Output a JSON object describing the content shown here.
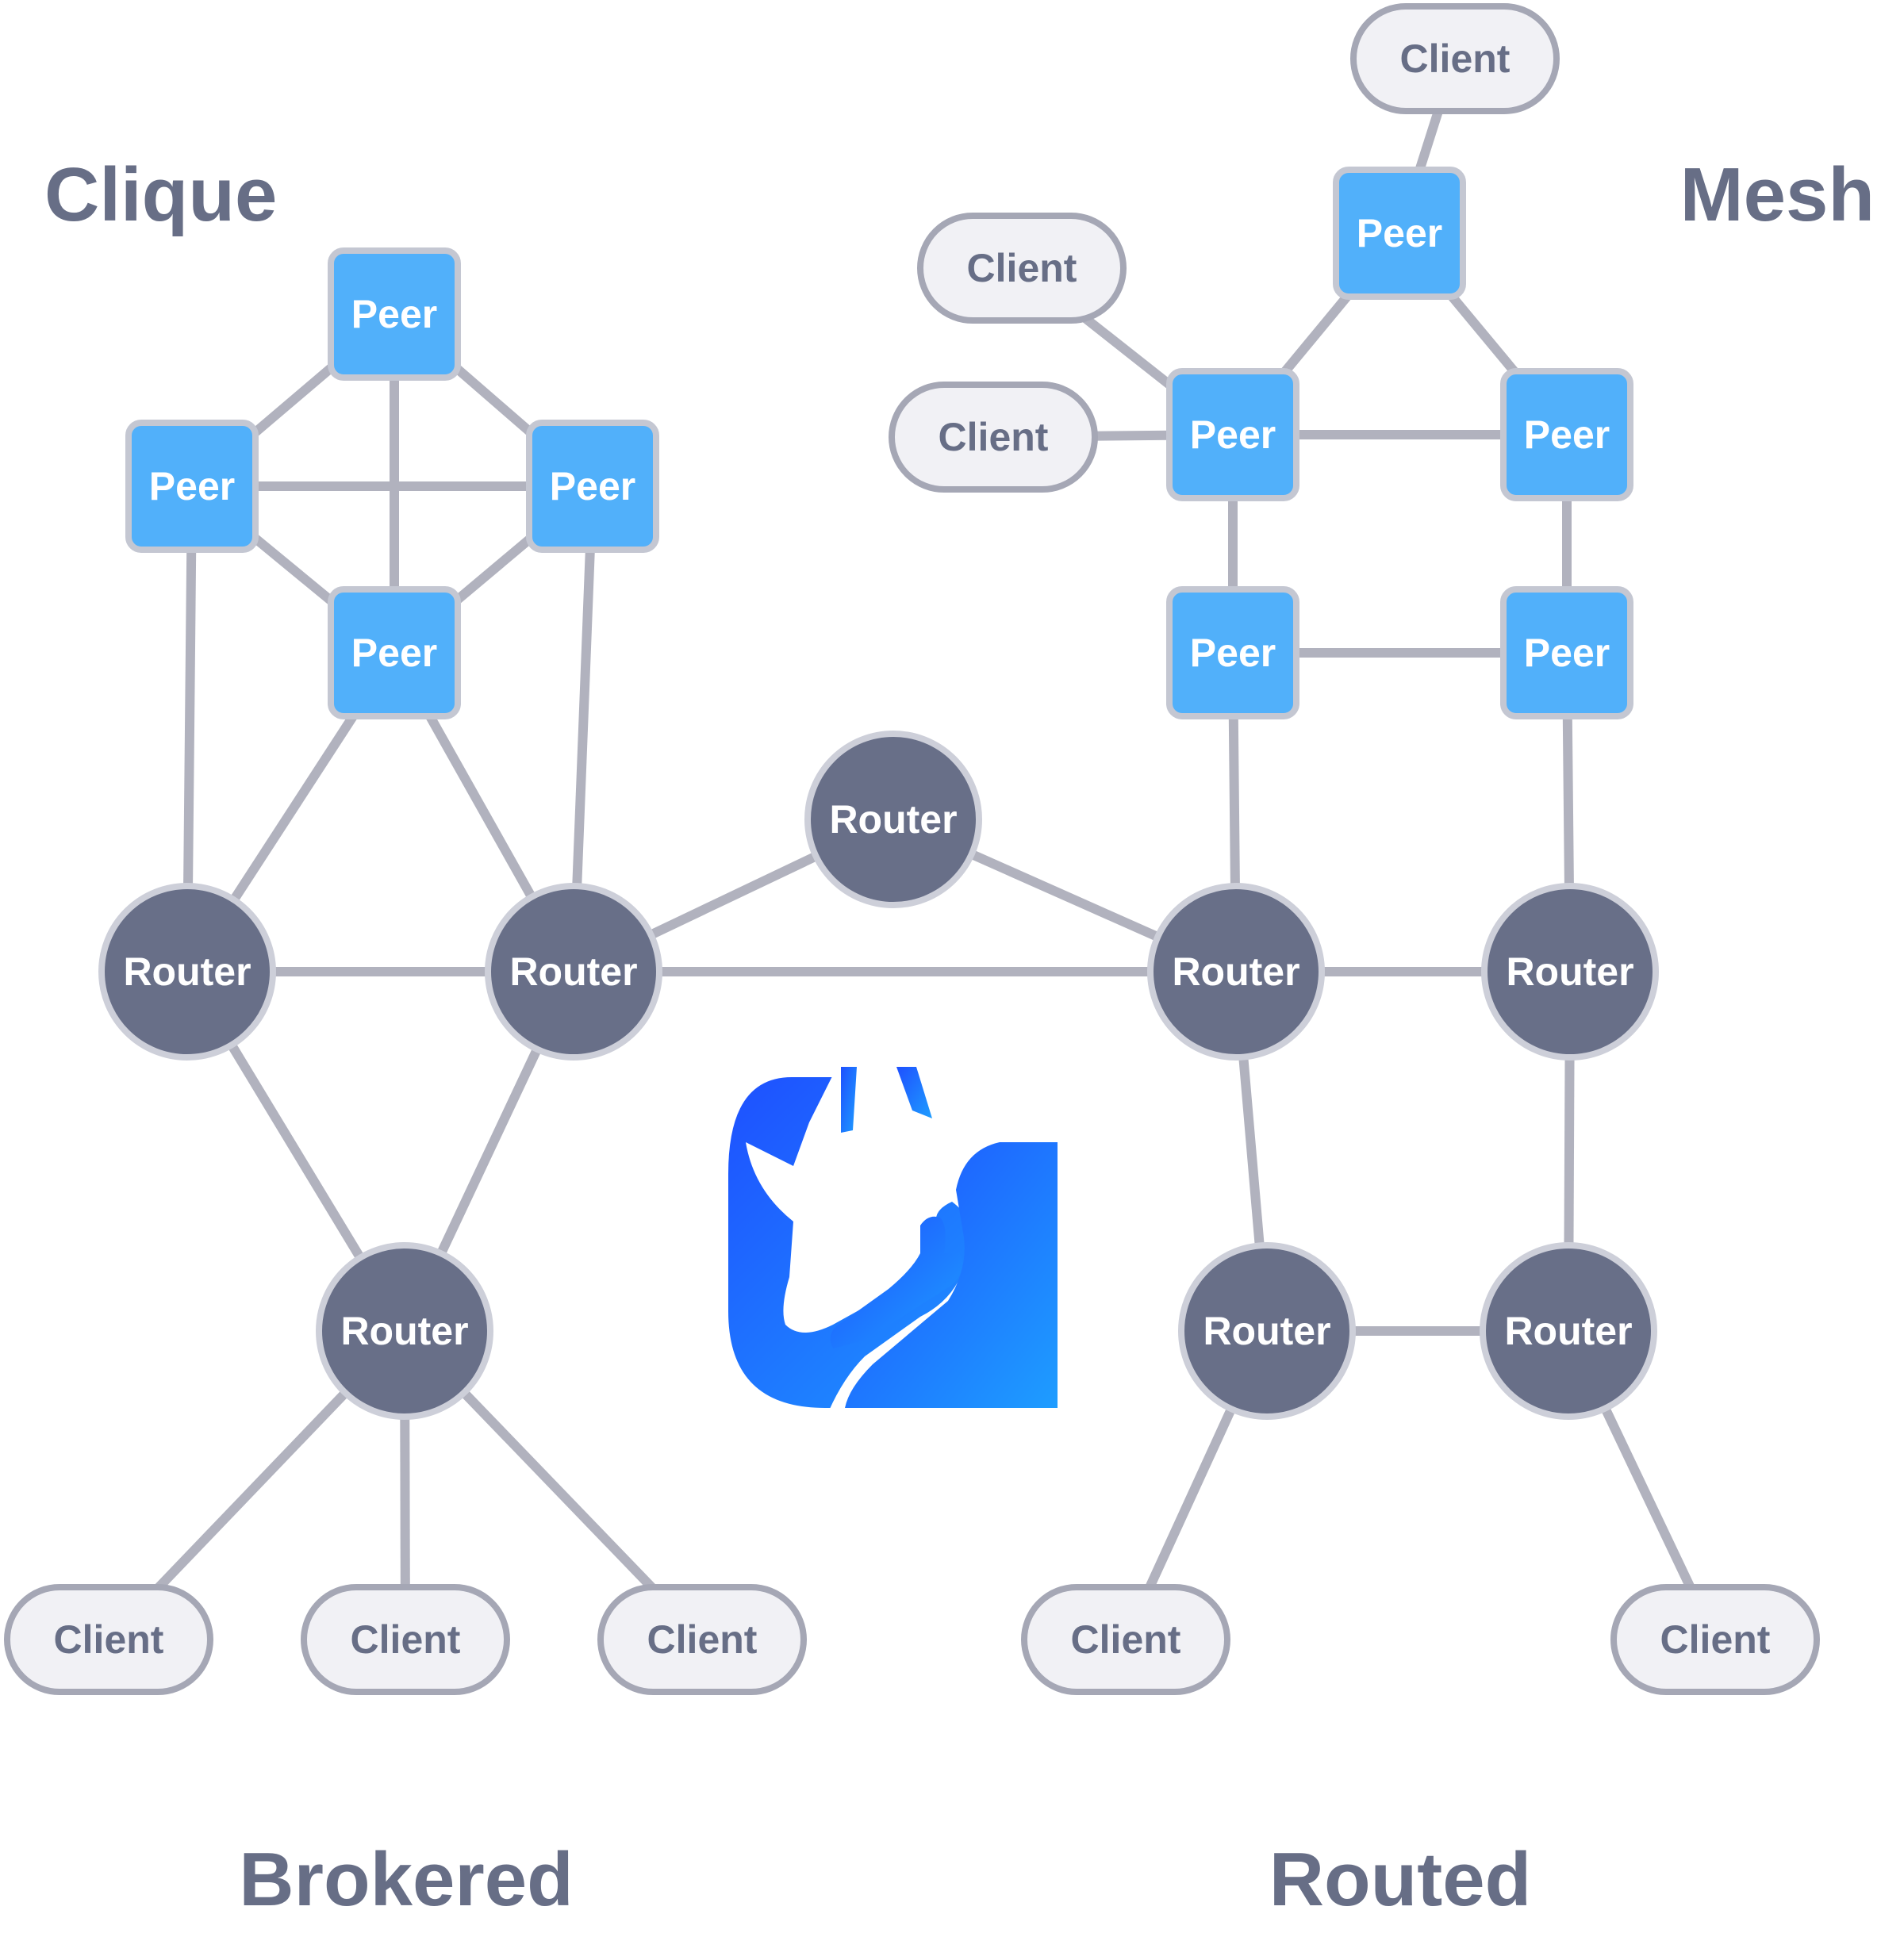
{
  "colors": {
    "edge": "#b1b2be",
    "router_fill": "#686f88",
    "router_stroke": "#cdcfd9",
    "router_text": "#ffffff",
    "peer_fill": "#51b0fa",
    "peer_stroke": "#c4c7d2",
    "peer_text": "#ffffff",
    "client_fill": "#f1f1f5",
    "client_stroke": "#a5a7b5",
    "client_text": "#676e86",
    "title": "#676e86",
    "logo_gradient_start": "#1e50ff",
    "logo_gradient_end": "#1e9dff"
  },
  "sections": {
    "clique": "Clique",
    "mesh": "Mesh",
    "brokered": "Brokered",
    "routed": "Routed"
  },
  "node_labels": {
    "router": "Router",
    "peer": "Peer",
    "client": "Client"
  },
  "logo": {
    "icon": "stylized-animal-logo-icon"
  }
}
